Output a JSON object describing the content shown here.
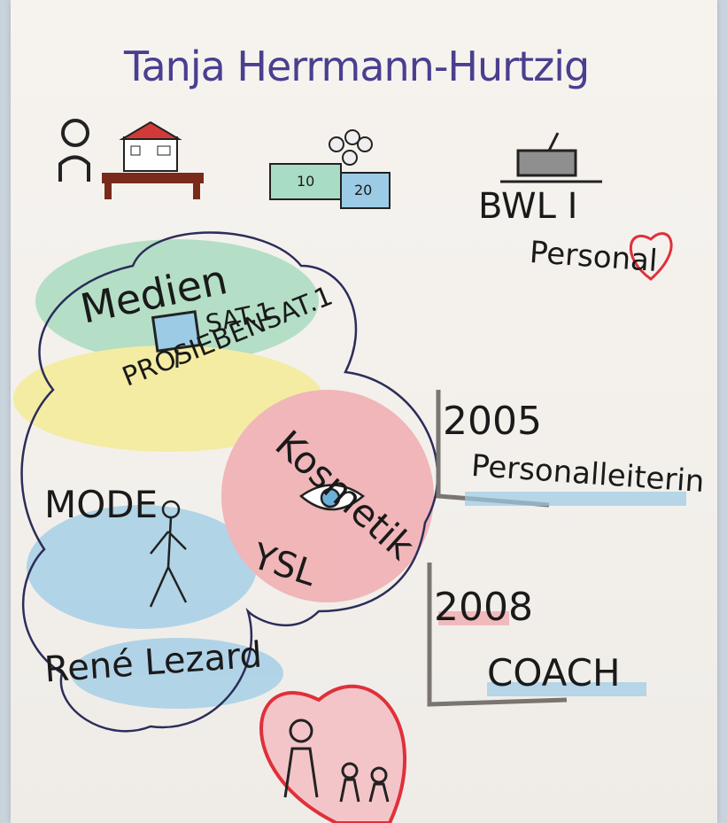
{
  "title": "Tanja Herrmann-Hurtzig",
  "money_small": "10",
  "money_large": "20",
  "bwl": "BWL I",
  "personal": "Personal",
  "medien": "Medien",
  "sat1": "SAT.1",
  "prosieben": "PROSIEBENSAT.1",
  "kosmetik": "Kosmetik",
  "ysl": "YSL",
  "mode": "MODE",
  "rene": "René Lezard",
  "year_2005": "2005",
  "personalleiterin": "Personalleiterin",
  "year_2008": "2008",
  "coach": "COACH",
  "colors": {
    "title": "#4a3f8f",
    "green": "#9fd8b8",
    "yellow": "#f4eb8a",
    "blue": "#9ccbe6",
    "red": "#f0a3a8",
    "heart": "#e0303a"
  }
}
